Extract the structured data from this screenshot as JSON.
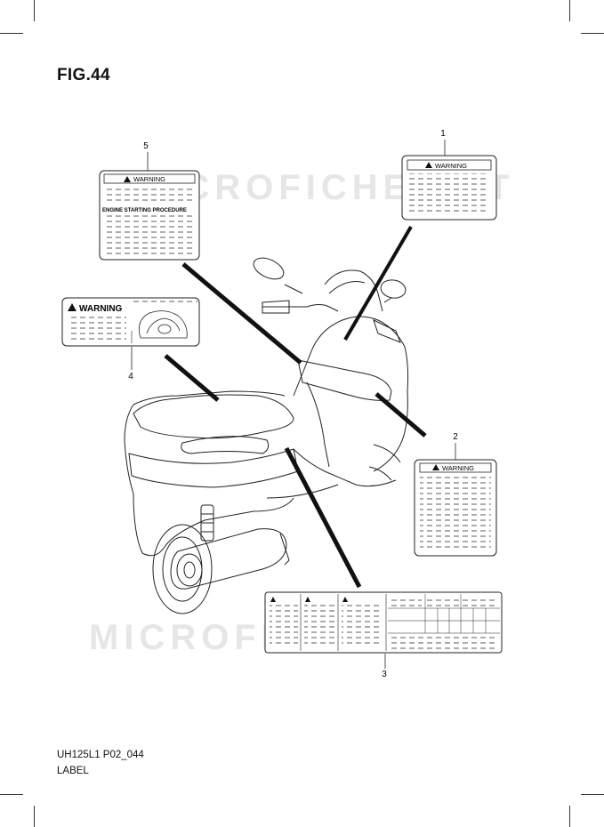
{
  "figure": {
    "title": "FIG.44",
    "code": "UH125L1 P02_044",
    "caption": "LABEL"
  },
  "watermark": "MICROFICHE.NET",
  "callouts": [
    {
      "number": "1"
    },
    {
      "number": "2"
    },
    {
      "number": "3"
    },
    {
      "number": "4"
    },
    {
      "number": "5"
    }
  ],
  "labels": {
    "warning_text": "WARNING",
    "engine_procedure": "ENGINE STARTING PROCEDURE"
  },
  "colors": {
    "ink": "#111111",
    "watermark": "#e3e3e3"
  }
}
